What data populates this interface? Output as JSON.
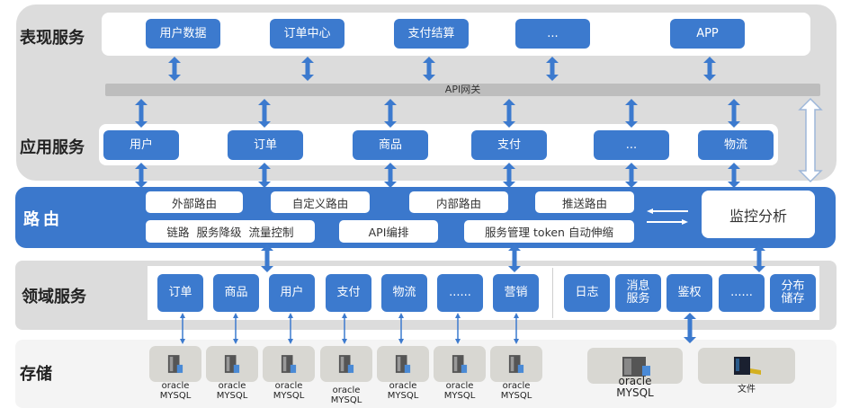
{
  "layers": {
    "presentation": {
      "label": "表现服务",
      "items": [
        "用户数据",
        "订单中心",
        "支付结算",
        "...",
        "APP"
      ]
    },
    "gateway": {
      "label": "API网关"
    },
    "application": {
      "label": "应用服务",
      "items": [
        "用户",
        "订单",
        "商品",
        "支付",
        "...",
        "物流"
      ]
    },
    "routing": {
      "label": "路由",
      "row1": [
        "外部路由",
        "自定义路由",
        "内部路由",
        "推送路由"
      ],
      "row2": [
        "链路  服务降级  流量控制",
        "API编排",
        "服务管理 token 自动伸缩"
      ],
      "monitor": "监控分析"
    },
    "domain": {
      "label": "领域服务",
      "business": [
        "订单",
        "商品",
        "用户",
        "支付",
        "物流",
        "......",
        "营销"
      ],
      "infra": [
        "日志",
        "消息\n服务",
        "鉴权",
        "......",
        "分布\n储存"
      ]
    },
    "storage": {
      "label": "存储",
      "db_line1": "oracle",
      "db_line2": "MYSQL",
      "file_label": "文件"
    }
  },
  "colors": {
    "accent_blue": "#3c7ace",
    "panel_gray": "#dcdcdc",
    "gateway_gray": "#bdbdbd",
    "routing_blue": "#3b78cc"
  }
}
